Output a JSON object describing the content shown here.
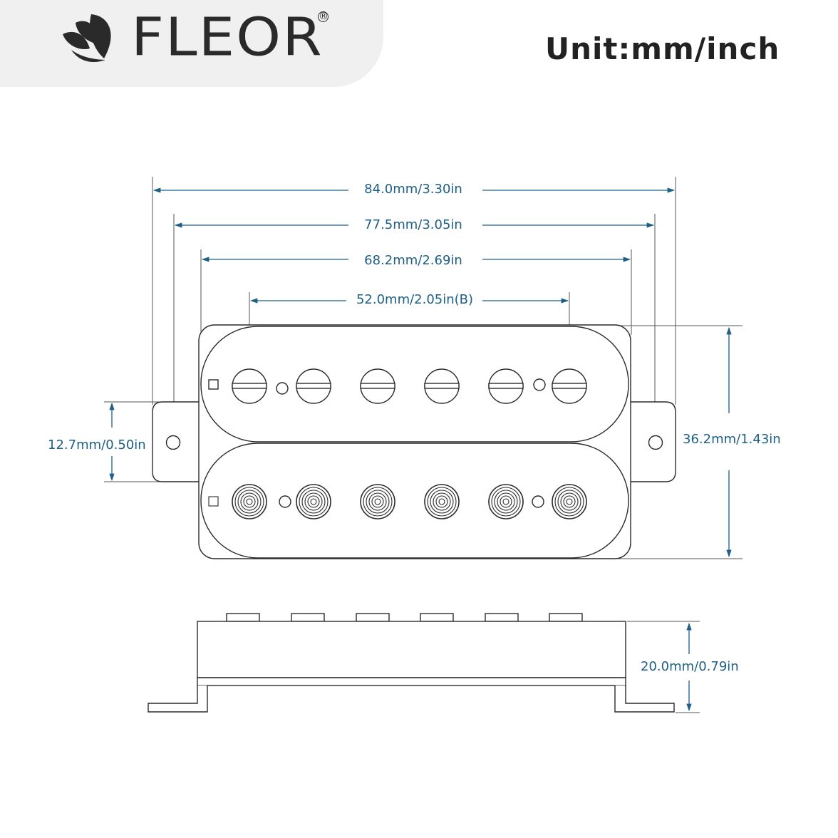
{
  "brand": {
    "name": "FLEOR",
    "registered_mark": "®"
  },
  "unit_label": "Unit:mm/inch",
  "dimensions": {
    "overall_length": "84.0mm/3.30in",
    "mounting_hole_spacing": "77.5mm/3.05in",
    "cover_length": "68.2mm/2.69in",
    "pole_spacing": "52.0mm/2.05in(B)",
    "mounting_ear_width": "12.7mm/0.50in",
    "cover_width": "36.2mm/1.43in",
    "height": "20.0mm/0.79in"
  },
  "colors": {
    "outline": "#2a2a2a",
    "dimension": "#1d5f86"
  }
}
